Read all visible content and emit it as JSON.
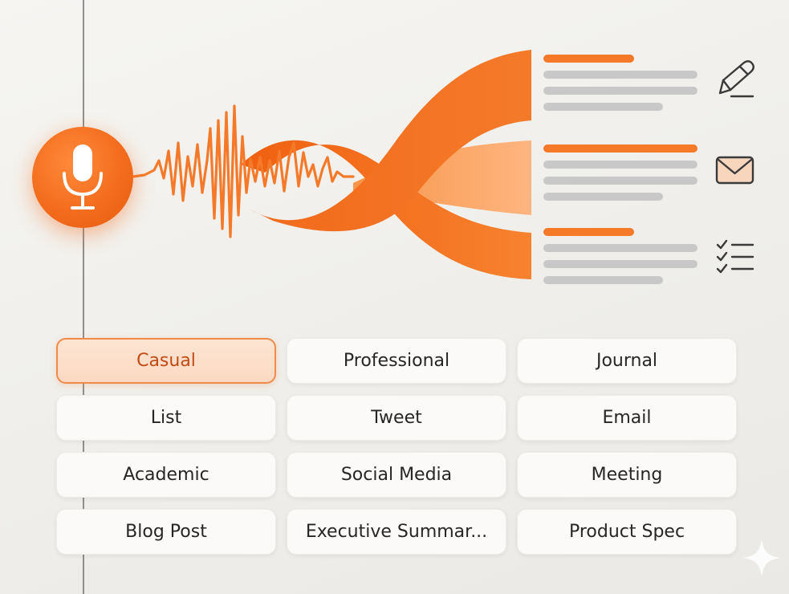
{
  "colors": {
    "accent": "#f26a1b",
    "accent_light": "#ffa566",
    "selected_bg": "#fbdcc6",
    "selected_border": "#f08a4b",
    "selected_text": "#c24a14",
    "line_gray": "#c8c8c8",
    "icon_stroke": "#3a3a3a"
  },
  "icons": {
    "input": "microphone-icon",
    "outputs": [
      "pencil-icon",
      "envelope-icon",
      "checklist-icon"
    ],
    "corner": "sparkle-icon"
  },
  "styles": [
    {
      "label": "Casual",
      "selected": true
    },
    {
      "label": "Professional",
      "selected": false
    },
    {
      "label": "Journal",
      "selected": false
    },
    {
      "label": "List",
      "selected": false
    },
    {
      "label": "Tweet",
      "selected": false
    },
    {
      "label": "Email",
      "selected": false
    },
    {
      "label": "Academic",
      "selected": false
    },
    {
      "label": "Social Media",
      "selected": false
    },
    {
      "label": "Meeting",
      "selected": false
    },
    {
      "label": "Blog Post",
      "selected": false
    },
    {
      "label": "Executive Summar...",
      "selected": false
    },
    {
      "label": "Product Spec",
      "selected": false
    }
  ]
}
